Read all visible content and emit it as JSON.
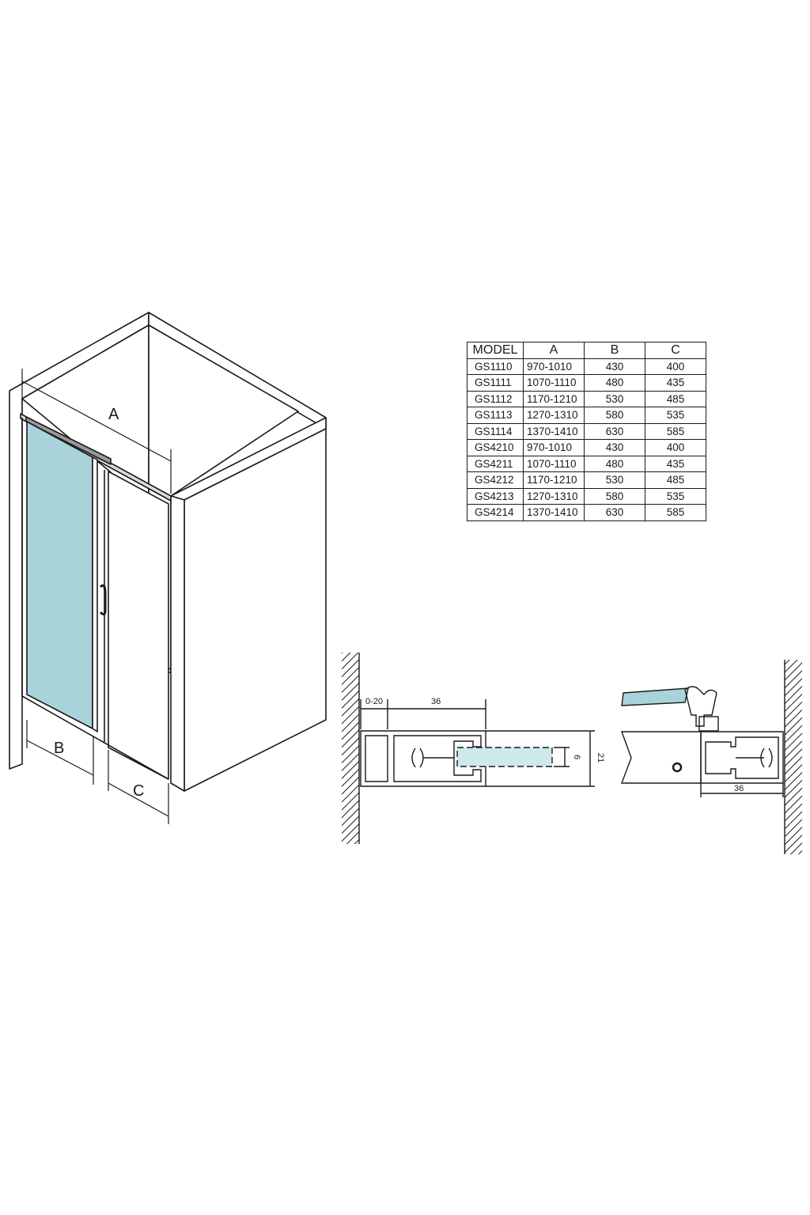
{
  "diagram": {
    "colors": {
      "line": "#1a1a1a",
      "glass": "#a9d3da",
      "glass_light": "#cfe8ec",
      "wall_hatch": "#1a1a1a"
    },
    "perspective": {
      "dimension_labels": {
        "a": "A",
        "b": "B",
        "c": "C"
      }
    },
    "table": {
      "headers": [
        "MODEL",
        "A",
        "B",
        "C"
      ],
      "rows": [
        [
          "GS1110",
          "970-1010",
          "430",
          "400"
        ],
        [
          "GS1111",
          "1070-1110",
          "480",
          "435"
        ],
        [
          "GS1112",
          "1170-1210",
          "530",
          "485"
        ],
        [
          "GS1113",
          "1270-1310",
          "580",
          "535"
        ],
        [
          "GS1114",
          "1370-1410",
          "630",
          "585"
        ],
        [
          "GS4210",
          "970-1010",
          "430",
          "400"
        ],
        [
          "GS4211",
          "1070-1110",
          "480",
          "435"
        ],
        [
          "GS4212",
          "1170-1210",
          "530",
          "485"
        ],
        [
          "GS4213",
          "1270-1310",
          "580",
          "535"
        ],
        [
          "GS4214",
          "1370-1410",
          "630",
          "585"
        ]
      ]
    },
    "section_left": {
      "dim_adjust": "0-20",
      "dim_profile_width": "36",
      "dim_glass_thickness": "6",
      "dim_profile_depth": "21"
    },
    "section_right": {
      "dim_profile_width": "36"
    }
  }
}
